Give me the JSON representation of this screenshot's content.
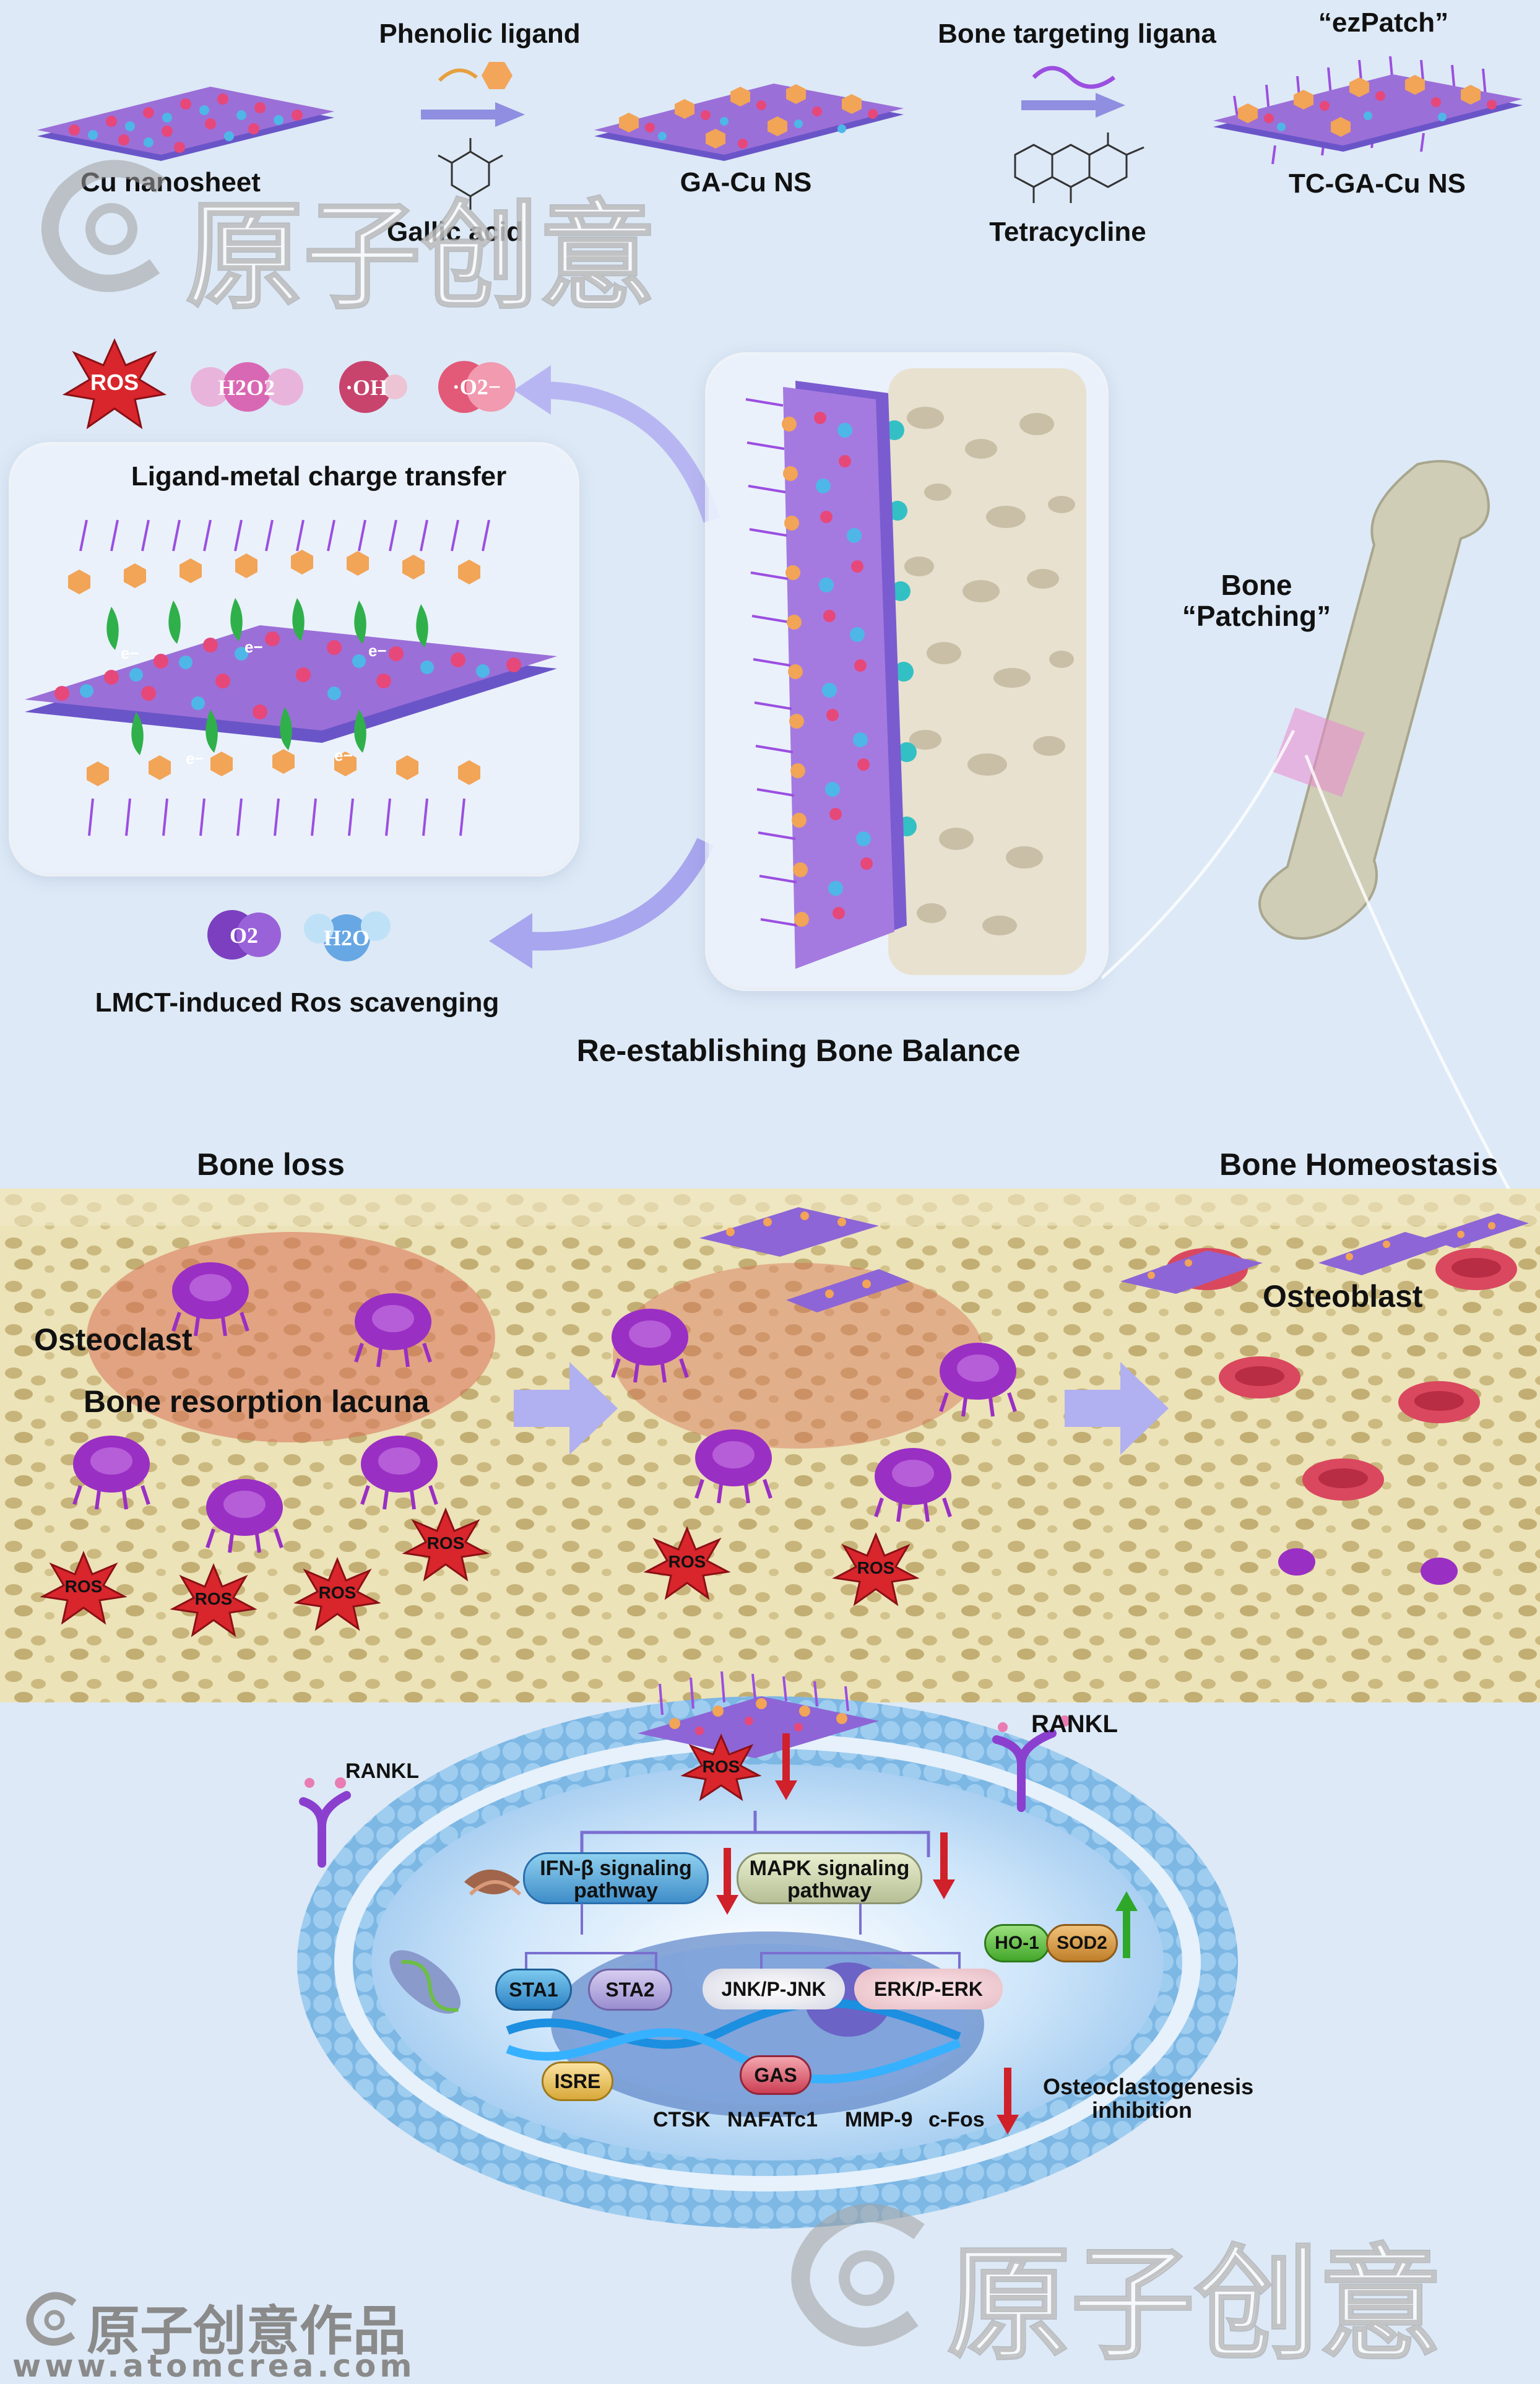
{
  "top_row": {
    "phenolic_ligand": "Phenolic ligand",
    "bone_targeting": "Bone targeting ligana",
    "ezpatch": "“ezPatch”",
    "cu_nanosheet": "Cu nanosheet",
    "gallic_acid": "Gallic acid",
    "ga_cu_ns": "GA-Cu NS",
    "tetracycline": "Tetracycline",
    "tc_ga_cu_ns": "TC-GA-Cu NS"
  },
  "ros_row": {
    "ros": "ROS",
    "h2o2": "H2O2",
    "oh": "·OH",
    "o2_radical": "·O2−"
  },
  "lmct_panel": {
    "title": "Ligand-metal charge transfer",
    "electron": "e−"
  },
  "products": {
    "o2": "O2",
    "h2o": "H2O",
    "caption": "LMCT-induced Ros scavenging"
  },
  "bone": {
    "patching_line1": "Bone",
    "patching_line2": "“Patching”",
    "rebalance": "Re-establishing Bone Balance"
  },
  "strip": {
    "bone_loss": "Bone loss",
    "bone_homeostasis": "Bone Homeostasis",
    "osteoclast": "Osteoclast",
    "lacuna": "Bone resorption lacuna",
    "osteoblast": "Osteoblast",
    "ros": "ROS"
  },
  "cell": {
    "rankl_left": "RANKL",
    "rankl_right": "RANKL",
    "ros": "ROS",
    "ifn": "IFN-β signaling pathway",
    "mapk": "MAPK signaling pathway",
    "ho1": "HO-1",
    "sod2": "SOD2",
    "sta1": "STA1",
    "sta2": "STA2",
    "jnk": "JNK/P-JNK",
    "erk": "ERK/P-ERK",
    "isre": "ISRE",
    "gas": "GAS",
    "ctsk": "CTSK",
    "nfatc1": "NAFATc1",
    "mmp9": "MMP-9",
    "cfos": "c-Fos",
    "inhibition": "Osteoclastogenesis inhibition"
  },
  "watermark": {
    "brand": "原子创意",
    "brand_works": "原子创意作品",
    "url": "www.atomcrea.com"
  },
  "colors": {
    "background": "#dde9f6",
    "ros_red": "#d8262c",
    "bone_yellow": "#e9deae",
    "arrow_purple": "#a7a6ee",
    "membrane_blue": "#7db7e4"
  }
}
